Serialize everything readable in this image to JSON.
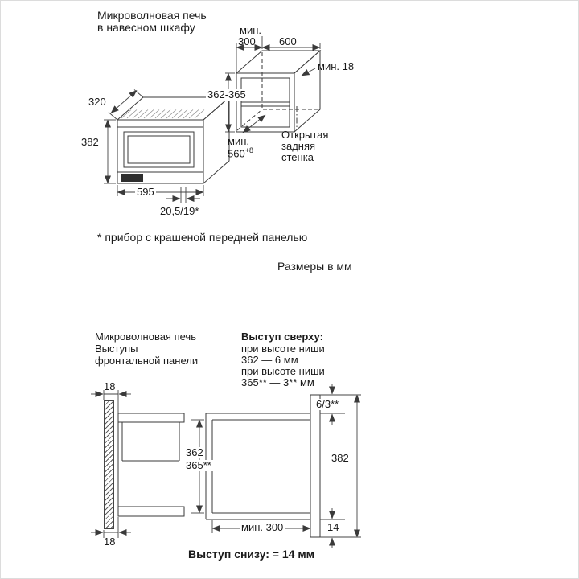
{
  "colors": {
    "line": "#3a3a3a",
    "text": "#1a1a1a",
    "panel_fill": "#2e2e2e"
  },
  "top": {
    "title1": "Микроволновая печь",
    "title2": "в навесном шкафу",
    "oven": {
      "depth": "320",
      "height": "382",
      "width": "595",
      "door_protrusion": "20,5/19*"
    },
    "niche": {
      "min_label": "мин.",
      "depth": "300",
      "width": "600",
      "wall_thickness": "мин. 18",
      "height": "362-365",
      "min_label2": "мин.",
      "install_depth": "560",
      "install_depth_sup": "+8",
      "open_back1": "Открытая",
      "open_back2": "задняя",
      "open_back3": "стенка"
    },
    "footnote": "* прибор с крашеной передней панелью",
    "units": "Размеры в мм"
  },
  "bottom": {
    "title1": "Микроволновая печь",
    "title2": "Выступы",
    "title3": "фронтальной панели",
    "note_heading": "Выступ сверху:",
    "note1": "при высоте ниши",
    "note2": "362 — 6 мм",
    "note3": "при высоте ниши",
    "note4": "365** — 3** мм",
    "front_top": "18",
    "front_bottom": "18",
    "top_overhang": "6/3**",
    "panel_height": "382",
    "bottom_overhang": "14",
    "niche_height1": "362",
    "niche_height2": "365**",
    "min_depth": "мин. 300",
    "bottom_note": "Выступ снизу: = 14 мм"
  }
}
